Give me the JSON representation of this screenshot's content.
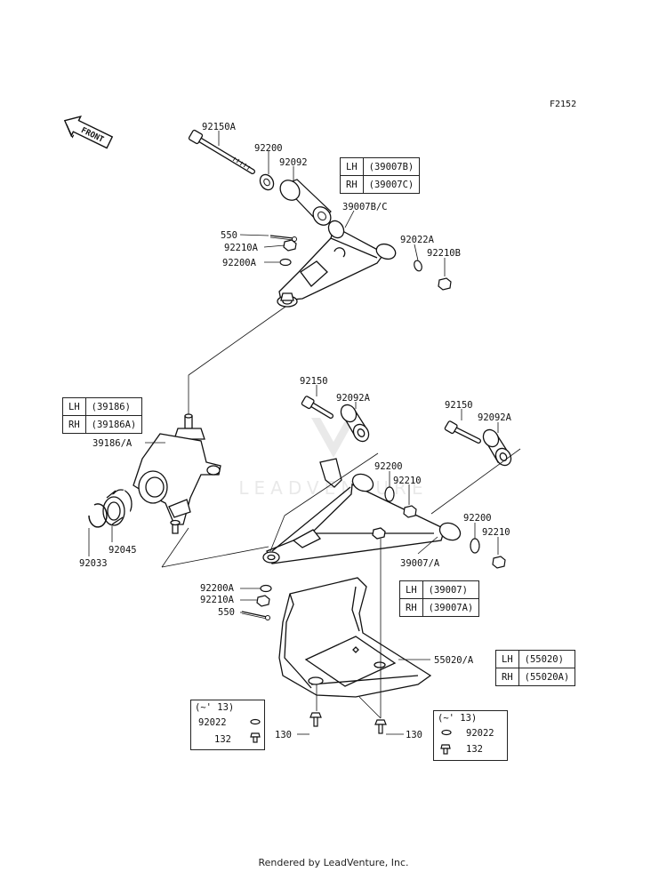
{
  "figure_code": "F2152",
  "front_label": "FRONT",
  "footer": "Rendered by LeadVenture, Inc.",
  "watermark": "LEADVENTURE",
  "labels": {
    "p92150A": "92150A",
    "p92200_top": "92200",
    "p92092_top": "92092",
    "p39007BC": "39007B/C",
    "p550_top": "550",
    "p92210A_top": "92210A",
    "p92200A_top": "92200A",
    "p92022A": "92022A",
    "p92210B": "92210B",
    "p92150_left": "92150",
    "p92092A_left": "92092A",
    "p92150_right": "92150",
    "p92092A_right": "92092A",
    "p39186A": "39186/A",
    "p92200_mid": "92200",
    "p92210_mid": "92210",
    "p92200_right": "92200",
    "p92210_right": "92210",
    "p39007A": "39007/A",
    "p92045": "92045",
    "p92033": "92033",
    "p92200A_bottom": "92200A",
    "p92210A_bottom": "92210A",
    "p550_bottom": "550",
    "p55020A": "55020/A",
    "p130_left": "130",
    "p130_right": "130"
  },
  "variant_tables": {
    "upper_arm": [
      {
        "side": "LH",
        "part": "(39007B)"
      },
      {
        "side": "RH",
        "part": "(39007C)"
      }
    ],
    "knuckle": [
      {
        "side": "LH",
        "part": "(39186)"
      },
      {
        "side": "RH",
        "part": "(39186A)"
      }
    ],
    "lower_arm": [
      {
        "side": "LH",
        "part": "(39007)"
      },
      {
        "side": "RH",
        "part": "(39007A)"
      }
    ],
    "guard": [
      {
        "side": "LH",
        "part": "(55020)"
      },
      {
        "side": "RH",
        "part": "(55020A)"
      }
    ]
  },
  "sub_boxes": {
    "left": {
      "note": "(~' 13)",
      "washer": "92022",
      "bolt": "132"
    },
    "right": {
      "note": "(~' 13)",
      "washer": "92022",
      "bolt": "132"
    }
  }
}
